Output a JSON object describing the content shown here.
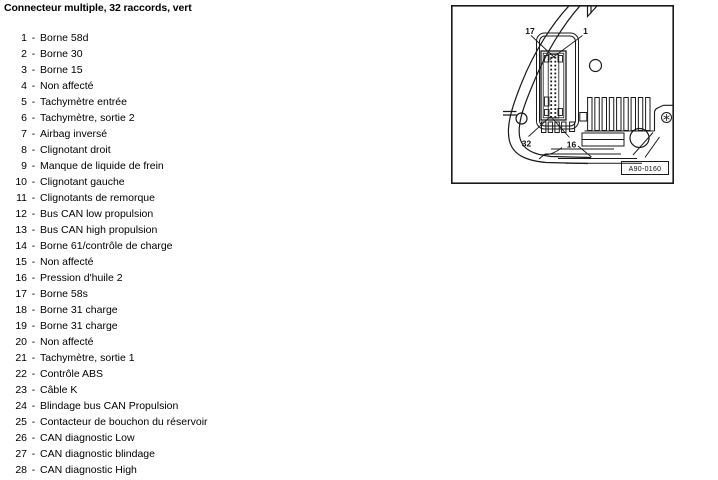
{
  "title": "Connecteur multiple, 32 raccords, vert",
  "colors": {
    "background": "#ffffff",
    "text": "#000000",
    "line": "#1a1a1a"
  },
  "pin_list": {
    "separator": "-",
    "items": [
      {
        "num": "1",
        "label": "Borne 58d"
      },
      {
        "num": "2",
        "label": "Borne 30"
      },
      {
        "num": "3",
        "label": "Borne 15"
      },
      {
        "num": "4",
        "label": "Non affecté"
      },
      {
        "num": "5",
        "label": "Tachymètre entrée"
      },
      {
        "num": "6",
        "label": "Tachymètre, sortie 2"
      },
      {
        "num": "7",
        "label": "Airbag inversé"
      },
      {
        "num": "8",
        "label": "Clignotant droit"
      },
      {
        "num": "9",
        "label": "Manque de liquide de frein"
      },
      {
        "num": "10",
        "label": "Clignotant gauche"
      },
      {
        "num": "11",
        "label": "Clignotants de remorque"
      },
      {
        "num": "12",
        "label": "Bus CAN low propulsion"
      },
      {
        "num": "13",
        "label": "Bus CAN high propulsion"
      },
      {
        "num": "14",
        "label": "Borne 61/contrôle de charge"
      },
      {
        "num": "15",
        "label": "Non affecté"
      },
      {
        "num": "16",
        "label": "Pression d'huile 2"
      },
      {
        "num": "17",
        "label": "Borne 58s"
      },
      {
        "num": "18",
        "label": "Borne 31 charge"
      },
      {
        "num": "19",
        "label": "Borne 31 charge"
      },
      {
        "num": "20",
        "label": "Non affecté"
      },
      {
        "num": "21",
        "label": "Tachymètre, sortie 1"
      },
      {
        "num": "22",
        "label": "Contrôle ABS"
      },
      {
        "num": "23",
        "label": "Câble K"
      },
      {
        "num": "24",
        "label": "Blindage bus CAN Propulsion"
      },
      {
        "num": "25",
        "label": "Contacteur de bouchon du réservoir"
      },
      {
        "num": "26",
        "label": "CAN diagnostic Low"
      },
      {
        "num": "27",
        "label": "CAN diagnostic blindage"
      },
      {
        "num": "28",
        "label": "CAN diagnostic High"
      }
    ]
  },
  "figure": {
    "callouts": {
      "top_left": "17",
      "top_right": "1",
      "bottom_left": "32",
      "bottom_right": "16"
    },
    "reference_code": "A90-0160"
  }
}
